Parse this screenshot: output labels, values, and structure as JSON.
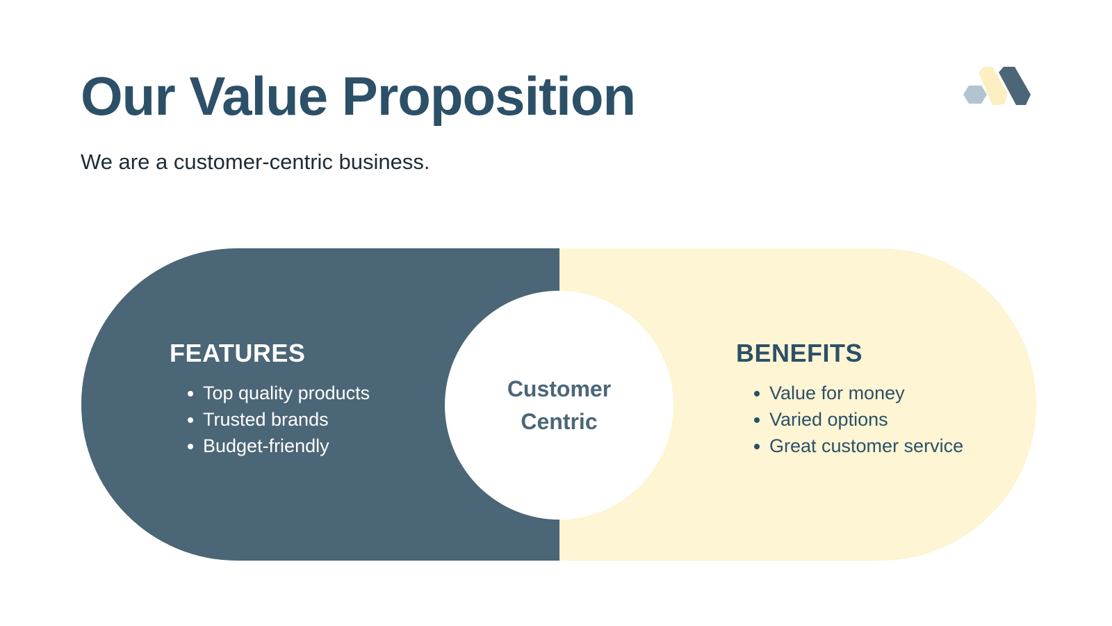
{
  "slide": {
    "title": "Our Value Proposition",
    "subtitle": "We are a customer-centric business."
  },
  "diagram": {
    "center_label": "Customer\nCentric",
    "left": {
      "heading": "FEATURES",
      "items": [
        "Top quality products",
        "Trusted brands",
        "Budget-friendly"
      ]
    },
    "right": {
      "heading": "BENEFITS",
      "items": [
        "Value for money",
        "Varied options",
        "Great customer service"
      ]
    }
  },
  "colors": {
    "title": "#2c5068",
    "left_fill": "#4b6676",
    "left_text": "#ffffff",
    "right_fill": "#fdf5d3",
    "right_text": "#2c5068",
    "logo_light": "#b3c3cf",
    "logo_yellow": "#fcf0c2",
    "logo_dark": "#4b6676"
  },
  "logo": {
    "icon": "hexagon-cluster-logo-icon"
  }
}
